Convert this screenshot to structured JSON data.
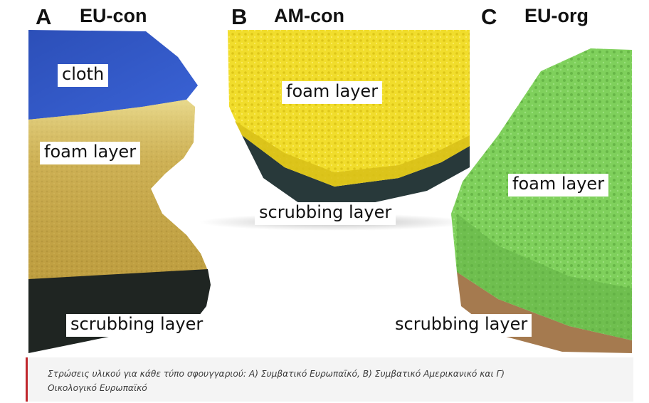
{
  "panels": [
    {
      "letter": "A",
      "title": "EU-con",
      "labels": {
        "top": "cloth",
        "middle": "foam layer",
        "bottom": "scrubbing layer"
      },
      "colors": {
        "cloth": "#2f55c4",
        "foam": "#c9a94a",
        "scrub": "#1e2420"
      }
    },
    {
      "letter": "B",
      "title": "AM-con",
      "labels": {
        "middle": "foam layer",
        "bottom": "scrubbing layer"
      },
      "colors": {
        "foam": "#f0dc2a",
        "scrub": "#2b3a38"
      }
    },
    {
      "letter": "C",
      "title": "EU-org",
      "labels": {
        "middle": "foam layer",
        "bottom": "scrubbing layer"
      },
      "colors": {
        "foam": "#7ccf5a",
        "scrub": "#a8784e"
      }
    }
  ],
  "caption": {
    "line1": "Στρώσεις υλικού για κάθε τύπο σφουγγαριού: Α) Συμβατικό Ευρωπαϊκό, Β) Συμβατικό Αμερικανικό και Γ)",
    "line2": "Οικολογικό Ευρωπαϊκό",
    "accent_color": "#c0272d"
  }
}
